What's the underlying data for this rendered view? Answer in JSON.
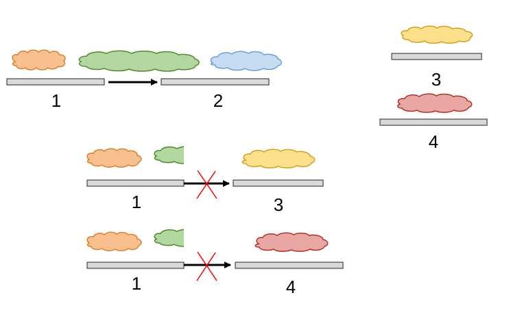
{
  "labels": {
    "top_left": "1",
    "top_mid": "2",
    "right_top": "3",
    "right_bottom": "4",
    "mid_left": "1",
    "mid_right": "3",
    "bot_left": "1",
    "bot_right": "4"
  },
  "colors": {
    "orange_fill": "#f9c08f",
    "orange_stroke": "#d9822b",
    "green_fill": "#b3d7a1",
    "green_stroke": "#4f8a2b",
    "blue_fill": "#c5dcf3",
    "blue_stroke": "#6a9ed6",
    "yellow_fill": "#fde08b",
    "yellow_stroke": "#d4a017",
    "red_fill": "#e8a7a2",
    "red_stroke": "#b33027",
    "bar_fill": "#d9d9d9",
    "cross": "#ff0000"
  },
  "icons": {
    "arrow": "right-arrow-icon",
    "blocked": "red-cross-icon"
  }
}
